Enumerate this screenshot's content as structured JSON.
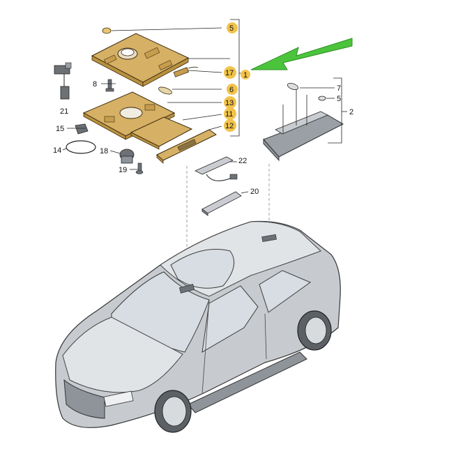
{
  "colors": {
    "highlight_badge": "#f2c34a",
    "arrow": "#4bc43c",
    "gold_part": "#d6b064",
    "grey_part": "#9aa0a6",
    "car_body": "#c7cbcf"
  },
  "labels": {
    "p1": "1",
    "p2": "2",
    "p5a": "5",
    "p5b": "5",
    "p6": "6",
    "p7": "7",
    "p8": "8",
    "p11": "11",
    "p12": "12",
    "p13": "13",
    "p14": "14",
    "p15": "15",
    "p17": "17",
    "p18": "18",
    "p19": "19",
    "p20": "20",
    "p21": "21",
    "p22": "22"
  },
  "highlighted_labels": [
    "1",
    "5",
    "6",
    "11",
    "12",
    "13",
    "17"
  ]
}
